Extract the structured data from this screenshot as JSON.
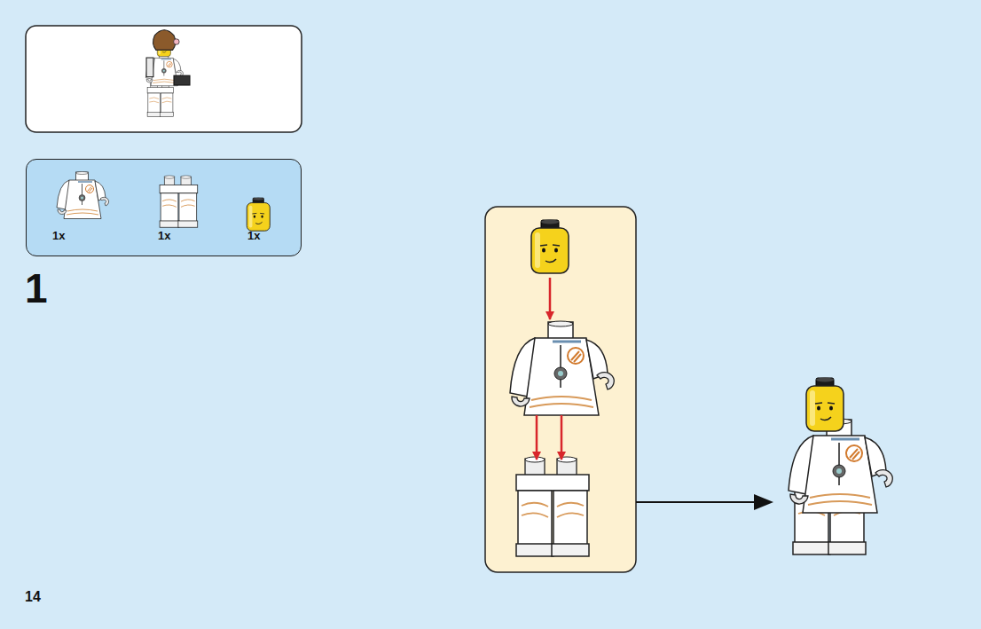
{
  "diagram": {
    "nodes": [
      {
        "text": [
          "1x",
          "1x",
          "1x"
        ]
      }
    ],
    "labels": [
      "1",
      "14"
    ]
  }
}
